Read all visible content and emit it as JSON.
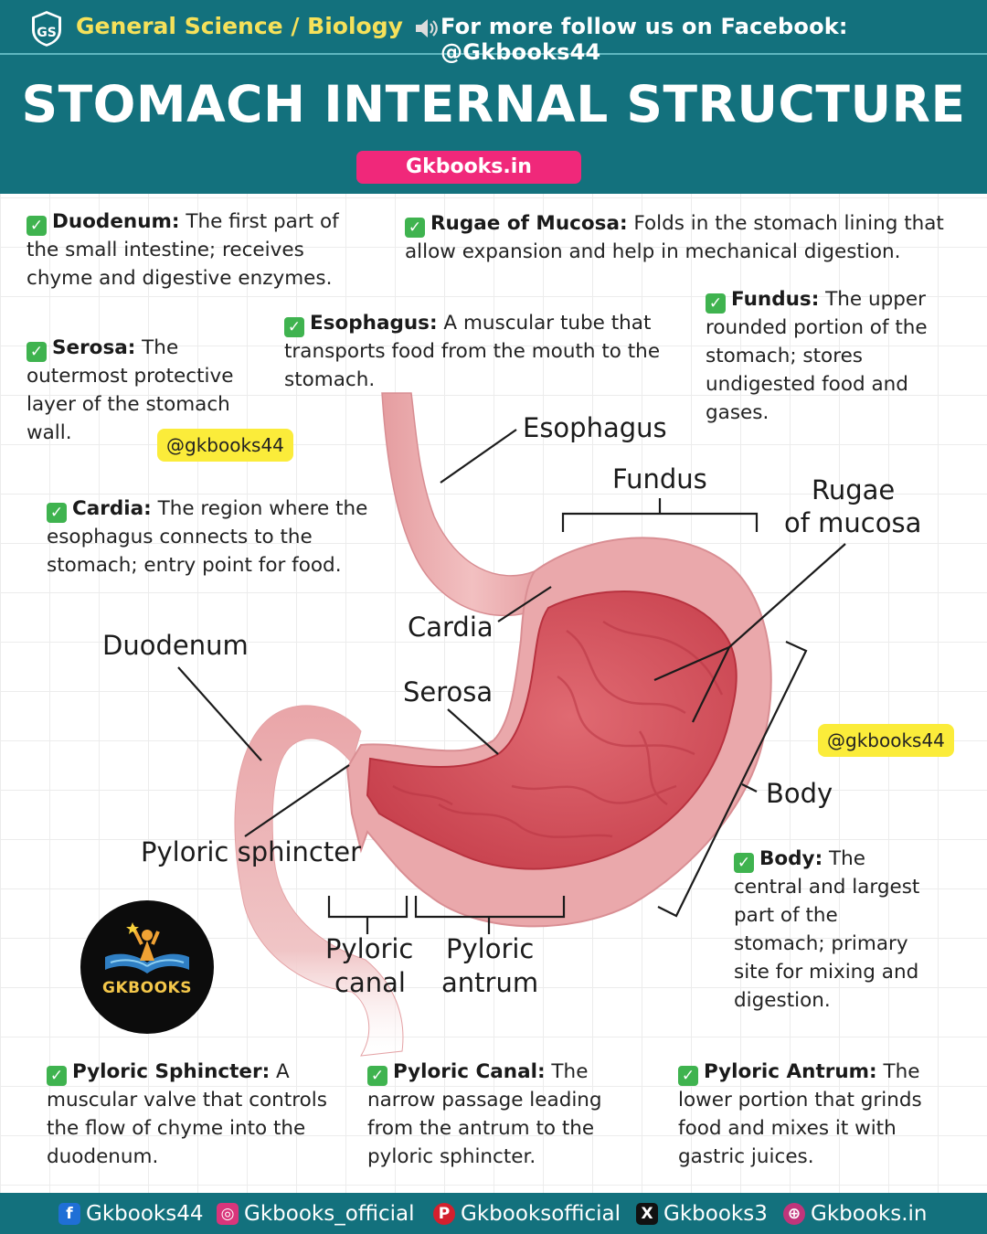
{
  "header": {
    "logo_text": "GS",
    "section": "General Science / Biology",
    "follow": "For  more follow us on Facebook: @Gkbooks44",
    "title": "STOMACH INTERNAL STRUCTURE",
    "site": "Gkbooks.in"
  },
  "notes": {
    "duodenum": {
      "term": "Duodenum:",
      "text": " The first part of the small intestine; receives chyme and digestive enzymes."
    },
    "rugae": {
      "term": "Rugae of Mucosa:",
      "text": " Folds in the stomach lining that allow expansion and help in mechanical digestion."
    },
    "fundus": {
      "term": "Fundus:",
      "text": " The upper rounded portion of the stomach; stores undigested food and gases."
    },
    "esophagus": {
      "term": "Esophagus:",
      "text": "  A muscular tube that transports food from the mouth to the stomach."
    },
    "serosa": {
      "term": "Serosa:",
      "text": " The outermost protective layer of the stomach wall."
    },
    "cardia": {
      "term": "Cardia:",
      "text": " The region where the esophagus connects to the stomach; entry point for food."
    },
    "body": {
      "term": "Body:",
      "text": " The central and largest part of the stomach; primary site for mixing and digestion."
    },
    "pyloric_sphincter": {
      "term": "Pyloric Sphincter:",
      "text": " A muscular valve that controls the flow of chyme into the duodenum."
    },
    "pyloric_canal": {
      "term": "Pyloric Canal:",
      "text": " The narrow passage leading from the antrum to the pyloric sphincter."
    },
    "pyloric_antrum": {
      "term": "Pyloric Antrum:",
      "text": " The lower portion that grinds food and mixes it with gastric juices."
    }
  },
  "handles": {
    "left": "@gkbooks44",
    "right": "@gkbooks44"
  },
  "diagram_labels": {
    "esophagus": "Esophagus",
    "fundus": "Fundus",
    "rugae_line1": "Rugae",
    "rugae_line2": "of mucosa",
    "cardia": "Cardia",
    "duodenum": "Duodenum",
    "serosa": "Serosa",
    "body": "Body",
    "pyloric_sphincter": "Pyloric sphincter",
    "pyloric_canal_line1": "Pyloric",
    "pyloric_canal_line2": "canal",
    "pyloric_antrum_line1": "Pyloric",
    "pyloric_antrum_line2": "antrum"
  },
  "brand": {
    "name": "GKBOOKS"
  },
  "footer": {
    "facebook": "Gkbooks44",
    "instagram": "Gkbooks_official",
    "pinterest": "Gkbooksofficial",
    "x": "Gkbooks3",
    "website": "Gkbooks.in"
  },
  "colors": {
    "header_bg": "#13717d",
    "accent_yellow": "#f6e15a",
    "badge_pink": "#f0287a",
    "check_green": "#3fb34f",
    "stomach_outer": "#e9a5a8",
    "stomach_inner": "#d24b57"
  }
}
